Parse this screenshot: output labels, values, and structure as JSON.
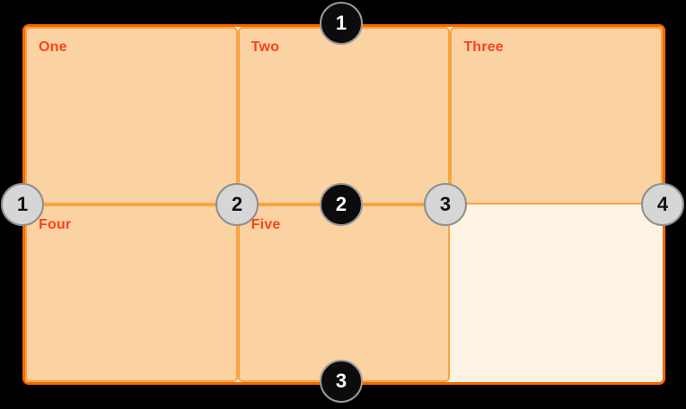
{
  "background_color": "#000000",
  "grid": {
    "container": {
      "background": "#fdf3e3",
      "border_color": "#f66a00"
    },
    "cell_style": {
      "background": "#fbd2a2",
      "border_color": "#f9a43c",
      "label_color": "#fa431c"
    },
    "cells": [
      {
        "label": "One"
      },
      {
        "label": "Two"
      },
      {
        "label": "Three"
      },
      {
        "label": "Four"
      },
      {
        "label": "Five"
      },
      {
        "label": "",
        "empty": true
      }
    ]
  },
  "row_line_markers": {
    "style": {
      "background": "#0c0c0c",
      "border_color": "#9a9a9a",
      "number_color": "#ffffff"
    },
    "items": [
      {
        "number": "1"
      },
      {
        "number": "2"
      },
      {
        "number": "3"
      }
    ]
  },
  "column_line_markers": {
    "style": {
      "background": "#d6d6d6",
      "border_color": "#8f8f8f",
      "number_color": "#111111"
    },
    "items": [
      {
        "number": "1"
      },
      {
        "number": "2"
      },
      {
        "number": "3"
      },
      {
        "number": "4"
      }
    ]
  }
}
